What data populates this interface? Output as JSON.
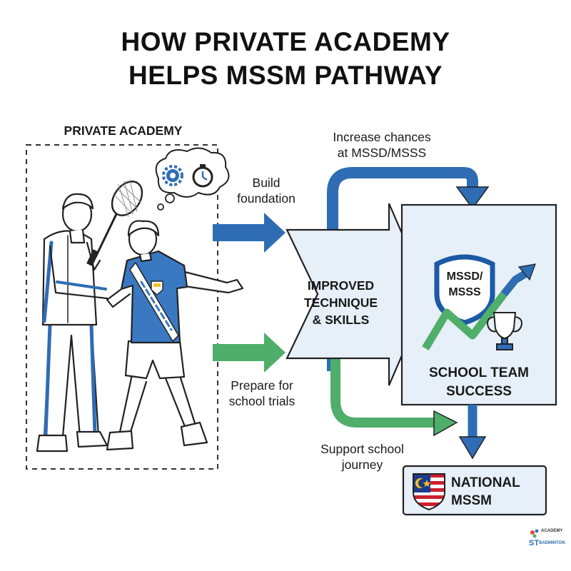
{
  "title": {
    "line1": "HOW PRIVATE ACADEMY",
    "line2": "HELPS MSSM PATHWAY"
  },
  "academy_box": {
    "label": "PRIVATE ACADEMY"
  },
  "steps": {
    "build_foundation": {
      "line1": "Build",
      "line2": "foundation"
    },
    "prepare_trials": {
      "line1": "Prepare for",
      "line2": "school trials"
    },
    "increase_chances": {
      "line1": "Increase chances",
      "line2": "at MSSD/MSSS"
    },
    "support_journey": {
      "line1": "Support school",
      "line2": "journey"
    }
  },
  "skills_arrow": {
    "line1": "IMPROVED",
    "line2": "TECHNIQUE",
    "line3": "& SKILLS"
  },
  "school_box": {
    "shield_line1": "MSSD/",
    "shield_line2": "MSSS",
    "label_line1": "SCHOOL TEAM",
    "label_line2": "SUCCESS"
  },
  "national_box": {
    "line1": "NATIONAL",
    "line2": "MSSM"
  },
  "logo": {
    "line1": "ACADEMY",
    "line2": "BADMINTON",
    "initials": "ST"
  },
  "colors": {
    "blue_arrow": "#2e6db4",
    "green_arrow": "#4fae6a",
    "panel_fill": "#e7eff8",
    "jersey_blue": "#3a78c2",
    "trophy_blue": "#2f6fb8"
  }
}
